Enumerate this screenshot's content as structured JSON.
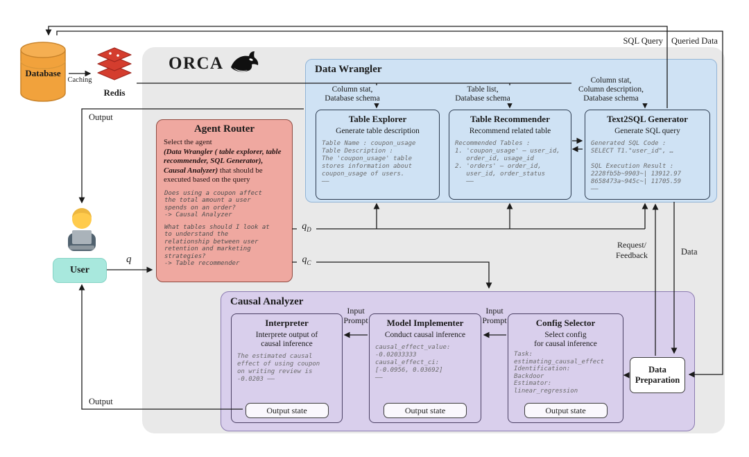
{
  "colors": {
    "container_gray": "#e9e9e9",
    "wrangler_blue": "#cfe2f4",
    "analyzer_purple": "#d9cfec",
    "router_pink": "#efa8a0",
    "user_teal": "#a8e8dd",
    "database_orange": "#f1a23c",
    "redis_red": "#d33a2c",
    "arrow_black": "#1a1a1a"
  },
  "header": {
    "title": "ORCA",
    "sql_query": "SQL Query",
    "queried_data": "Queried Data"
  },
  "external": {
    "database": "Database",
    "caching": "Caching",
    "redis": "Redis",
    "user": "User"
  },
  "flow": {
    "output_top": "Output",
    "output_bottom": "Output",
    "q": "q",
    "qd_base": "q",
    "qd_sub": "D",
    "qc_base": "q",
    "qc_sub": "C",
    "request_feedback": "Request/\nFeedback",
    "data": "Data",
    "input_prompt_1": "Input\nPrompt",
    "input_prompt_2": "Input\nPrompt"
  },
  "data_wrangler": {
    "title": "Data Wrangler",
    "edge_labels": [
      "Column stat,\nDatabase schema",
      "Table list,\nDatabase schema",
      "Column stat,\nColumn description,\nDatabase schema"
    ],
    "modules": [
      {
        "title": "Table Explorer",
        "subtitle": "Generate table description",
        "example": "Table Name : coupon_usage\nTable Description :\nThe 'coupon_usage' table\nstores information about\ncoupon_usage of users.\n——"
      },
      {
        "title": "Table Recommender",
        "subtitle": "Recommend related table",
        "example": "Recommended Tables :\n1. 'coupon_usage' — user_id,\n   order_id, usage_id\n2. 'orders' — order_id,\n   user_id, order_status\n   ——"
      },
      {
        "title": "Text2SQL Generator",
        "subtitle": "Generate SQL query",
        "example": "Generated SQL Code :\nSELECT T1.\"user_id\", …\n\nSQL Execution Result :\n2228fb5b~9903~| 13912.97\n8658473a~945c~| 11705.59\n——"
      }
    ]
  },
  "agent_router": {
    "title": "Agent Router",
    "desc_line1": "Select the agent",
    "desc_italic": "(Data Wrangler ( table explorer, table recommender, SQL Generator), Causal Analyzer)",
    "desc_rest": " that should be executed based on the query",
    "example_1": "Does using a coupon affect\nthe total amount a user\nspends on an order?\n-> Causal Analyzer",
    "example_2": "What tables should I look at\nto understand the\nrelationship between user\nretention and marketing\nstrategies?\n-> Table recommender"
  },
  "causal_analyzer": {
    "title": "Causal Analyzer",
    "modules": [
      {
        "title": "Interpreter",
        "subtitle": "Interprete output of\ncausal inference",
        "example": "The estimated causal\neffect of using coupon\non writing review is\n-0.0203 ——",
        "output_state": "Output state"
      },
      {
        "title": "Model Implementer",
        "subtitle": "Conduct causal inference",
        "example": "causal_effect_value:\n-0.02033333\ncausal_effect_ci:\n[-0.0956, 0.03692]\n——",
        "output_state": "Output state"
      },
      {
        "title": "Config Selector",
        "subtitle": "Select config\nfor causal inference",
        "example": "Task:\nestimating_causal_effect\nIdentification:\nBackdoor\nEstimator:\nlinear_regression",
        "output_state": "Output state"
      }
    ],
    "data_preparation": "Data\nPreparation"
  }
}
